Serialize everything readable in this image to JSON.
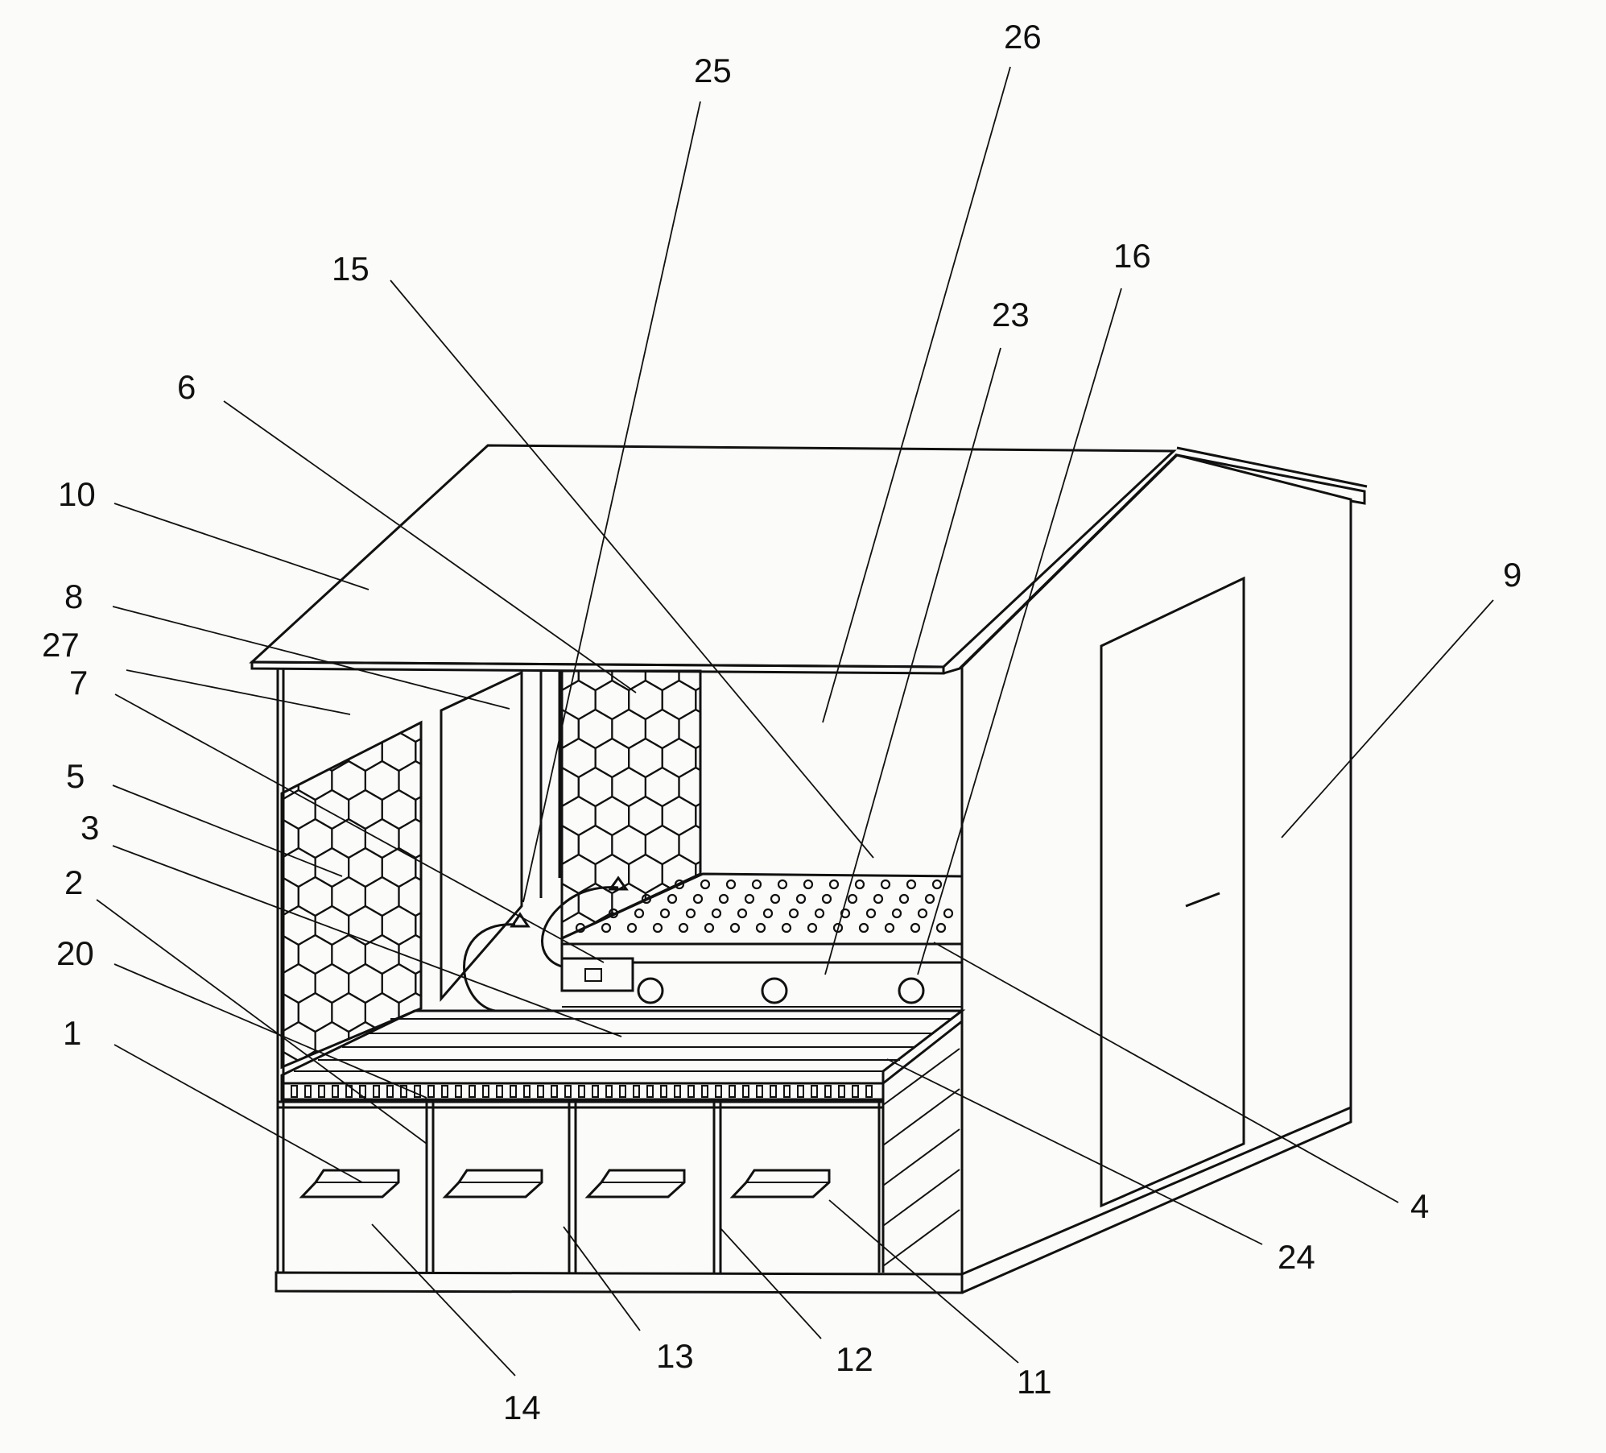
{
  "labels": [
    {
      "id": "25",
      "text": "25"
    },
    {
      "id": "26",
      "text": "26"
    },
    {
      "id": "15",
      "text": "15"
    },
    {
      "id": "16",
      "text": "16"
    },
    {
      "id": "23",
      "text": "23"
    },
    {
      "id": "6",
      "text": "6"
    },
    {
      "id": "10",
      "text": "10"
    },
    {
      "id": "8",
      "text": "8"
    },
    {
      "id": "27",
      "text": "27"
    },
    {
      "id": "7",
      "text": "7"
    },
    {
      "id": "5",
      "text": "5"
    },
    {
      "id": "3",
      "text": "3"
    },
    {
      "id": "2",
      "text": "2"
    },
    {
      "id": "20",
      "text": "20"
    },
    {
      "id": "1",
      "text": "1"
    },
    {
      "id": "9",
      "text": "9"
    },
    {
      "id": "4",
      "text": "4"
    },
    {
      "id": "24",
      "text": "24"
    },
    {
      "id": "11",
      "text": "11"
    },
    {
      "id": "12",
      "text": "12"
    },
    {
      "id": "13",
      "text": "13"
    },
    {
      "id": "14",
      "text": "14"
    }
  ]
}
